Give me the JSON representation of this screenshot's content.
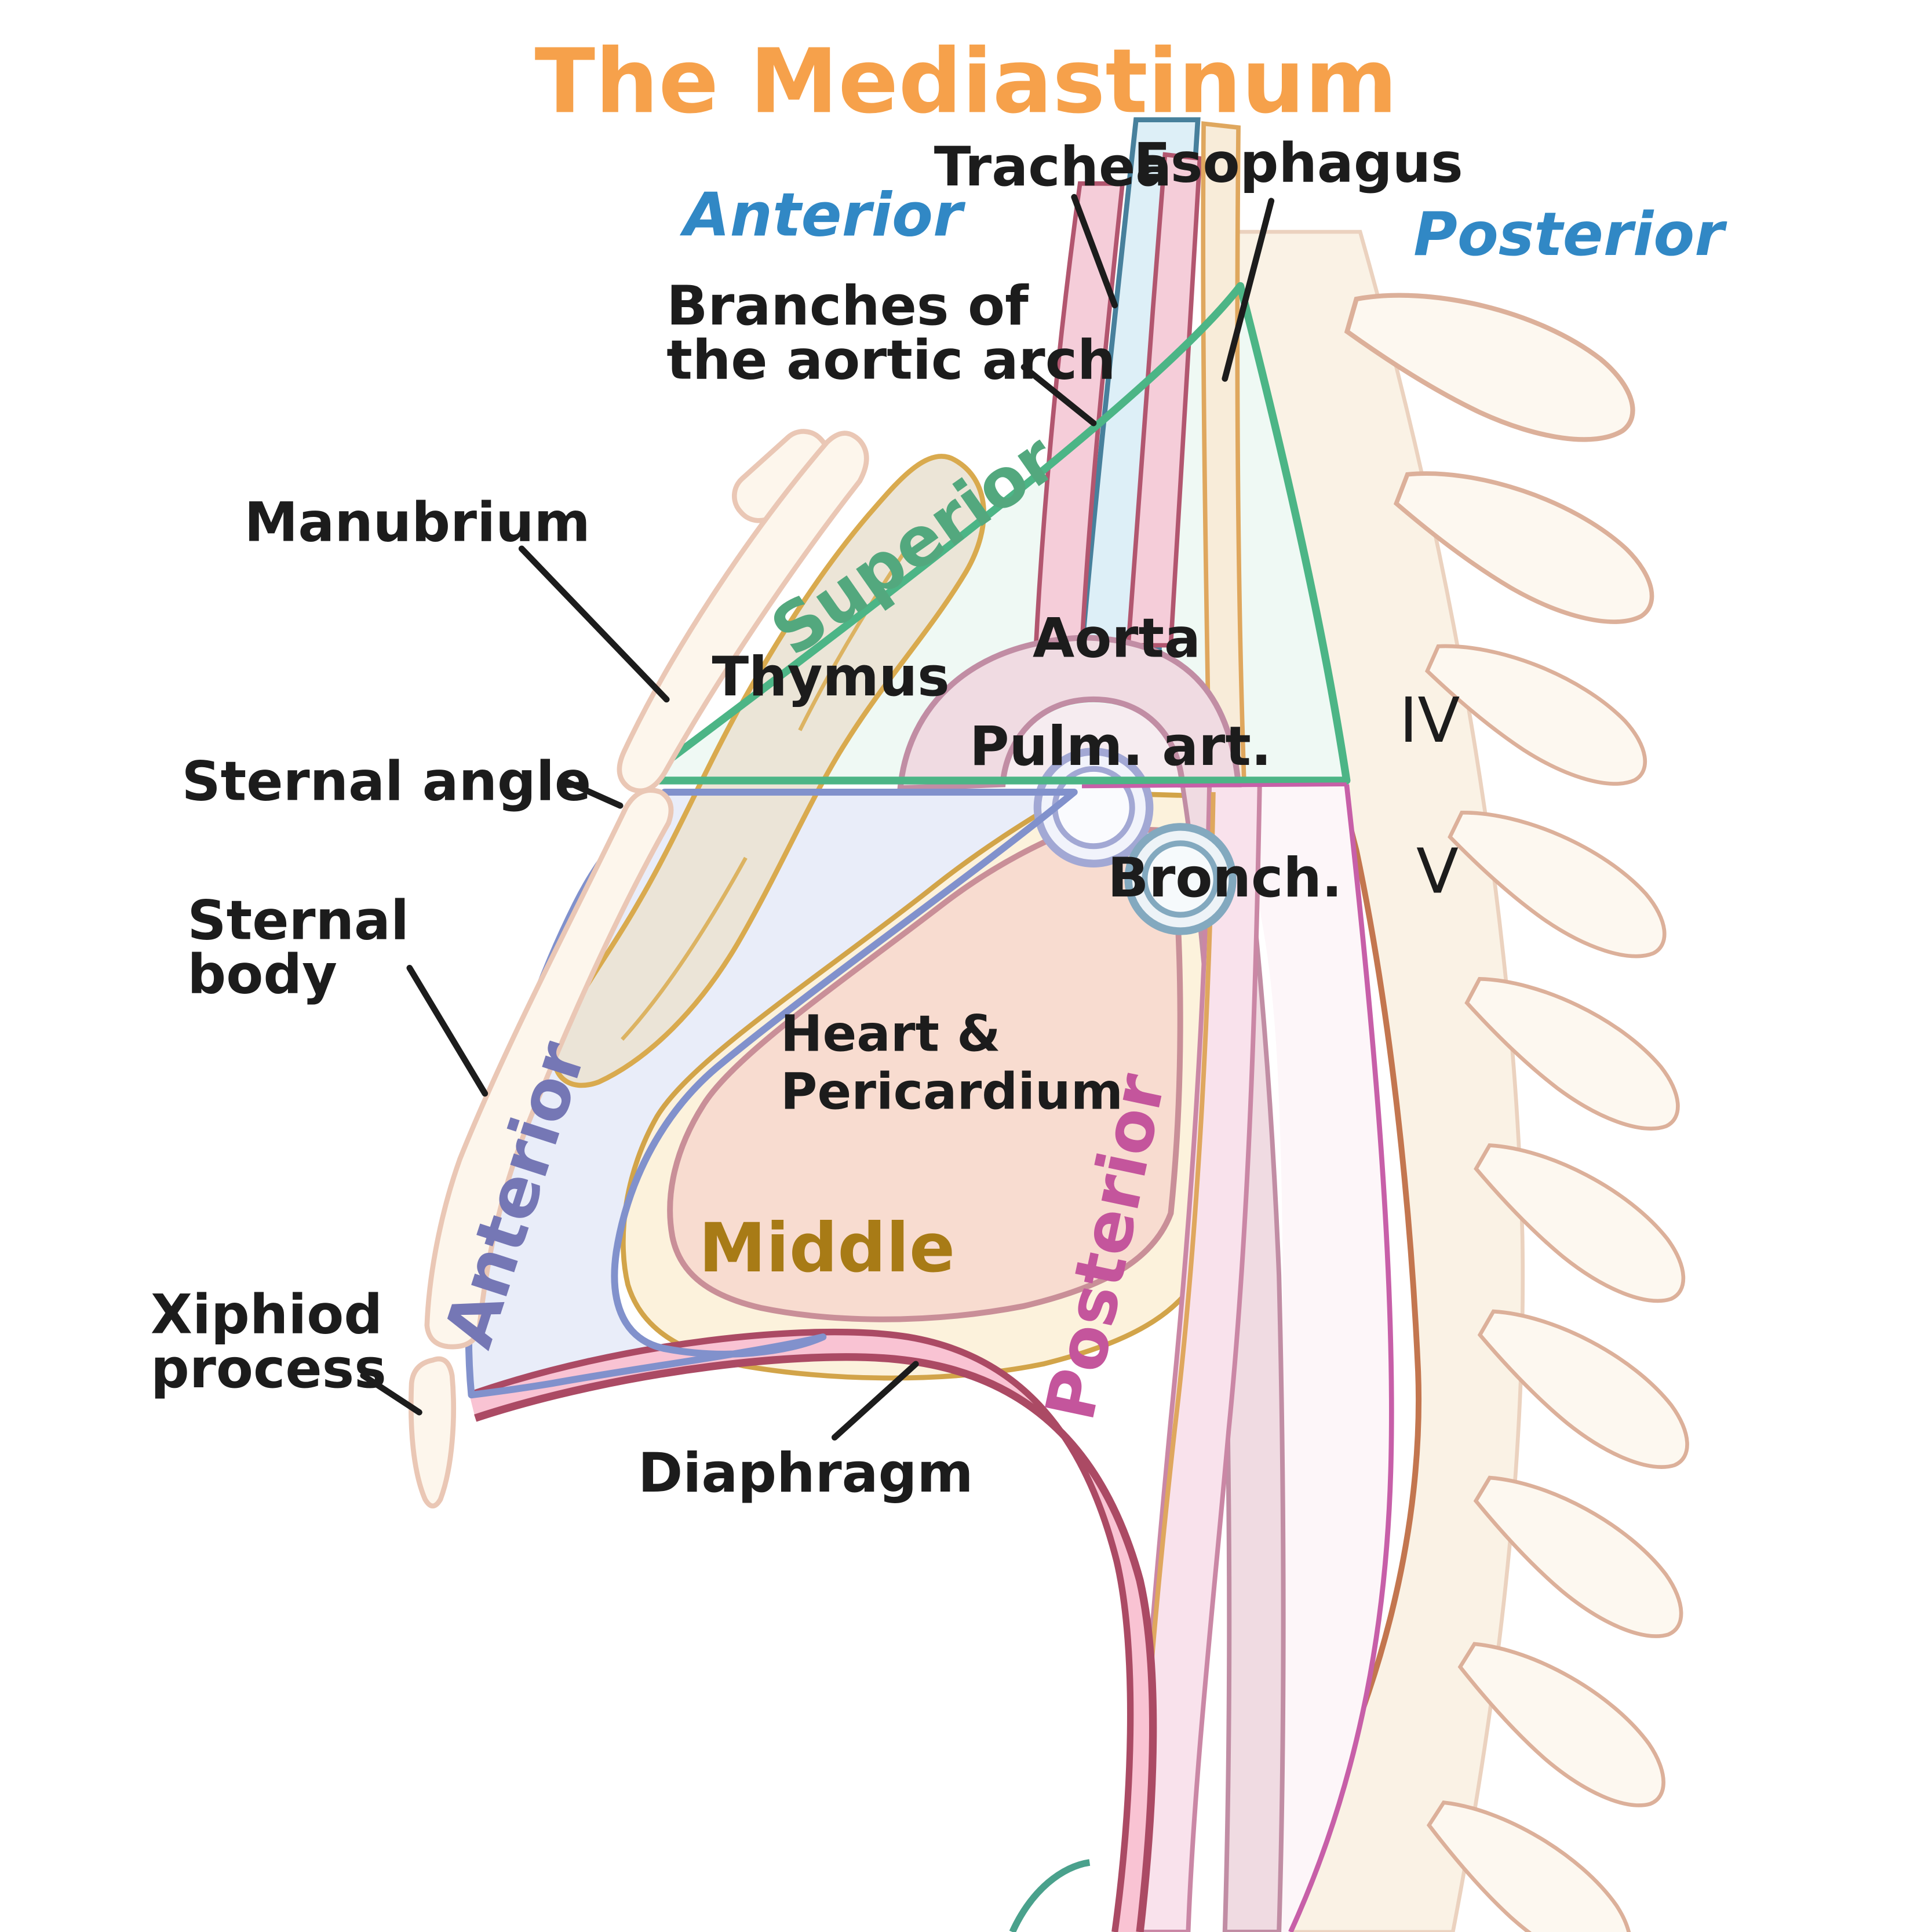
{
  "title": {
    "text": "The Mediastinum",
    "color": "#F6A14B"
  },
  "orientation_labels": {
    "anterior": "Anterior",
    "posterior": "Posterior",
    "color": "#3188C5"
  },
  "region_labels": {
    "superior": {
      "text": "Superior",
      "color": "#53A87E"
    },
    "anterior": {
      "text": "Anterior",
      "color": "#7577B5"
    },
    "middle": {
      "text": "Middle",
      "color": "#A87B16"
    },
    "posterior": {
      "text": "Posterior",
      "color": "#C4559C"
    }
  },
  "structure_labels": {
    "trachea": "Trachea",
    "esophagus": "Esophagus",
    "branches_line1": "Branches of",
    "branches_line2": "the aortic arch",
    "manubrium": "Manubrium",
    "sternal_angle": "Sternal angle",
    "sternal_body_line1": "Sternal",
    "sternal_body_line2": "body",
    "xiphoid_line1": "Xiphiod",
    "xiphoid_line2": "process",
    "diaphragm": "Diaphragm",
    "thymus": "Thymus",
    "aorta": "Aorta",
    "pulm_art": "Pulm. art.",
    "bronch": "Bronch.",
    "heart_line1": "Heart &",
    "heart_line2": "Pericardium"
  },
  "vertebral_levels": {
    "iv": "IV",
    "v": "V"
  },
  "palette": {
    "superior_border": "#4CB586",
    "superior_fill": "#EFF9F4",
    "anterior_border": "#8191CC",
    "anterior_fill": "#E9EDF9",
    "pericardium_fill": "#FCF2DC",
    "pericardium_border": "#D2A449",
    "heart_fill": "#F8DCD0",
    "heart_border": "#C98F98",
    "posterior_border": "#C75FA8",
    "posterior_fill": "#FDF6F9",
    "trachea_fill": "#DDEFF7",
    "trachea_border": "#47809C",
    "vessel_fill": "#F5CDD9",
    "vessel_border": "#B2566F",
    "esophagus_tan": "#DFA75E",
    "esophagus_pink": "#CA87A5",
    "aorta_fill": "#F0DBE2",
    "aorta_border": "#C18DA4",
    "pulm_ring": "#A2A8D4",
    "bronch_ring": "#83A9BF",
    "bone_fill": "#FDF6EC",
    "bone_border": "#EAC7B5",
    "spine_fill": "#FAF2E5",
    "spine_front": "#C3764F",
    "diaphragm_line": "#AB4A64",
    "diaphragm_fill": "#F9C3D3",
    "thymus_border": "#D9AA4E",
    "thymus_fill": "#EAE3D4"
  }
}
